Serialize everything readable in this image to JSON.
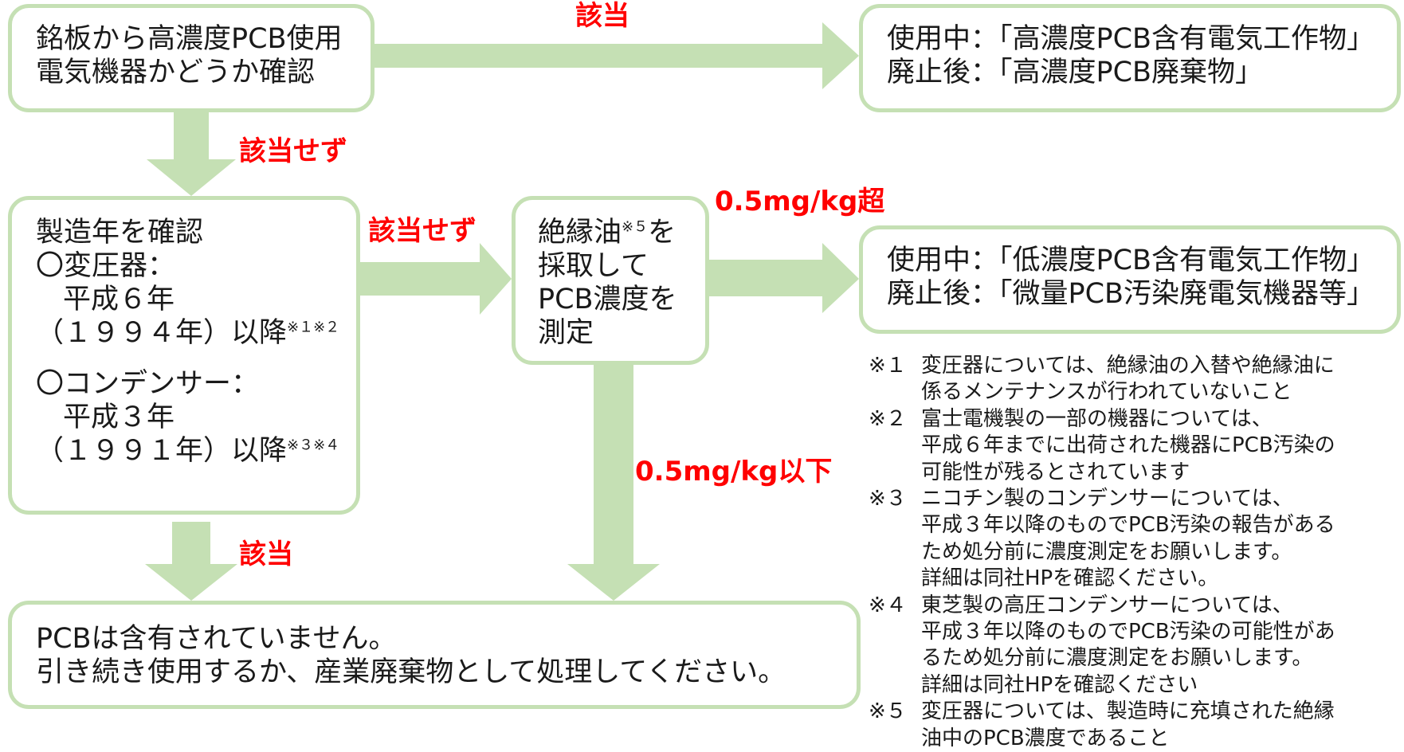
{
  "boxes": {
    "nameplate": {
      "lines": [
        "銘板から高濃度PCB使用",
        "電気機器かどうか確認"
      ]
    },
    "high_result": {
      "lines": [
        "使用中：「高濃度PCB含有電気工作物」",
        "廃止後：「高濃度PCB廃棄物」"
      ]
    },
    "year_check": {
      "title": "製造年を確認",
      "transformer_label": "〇変圧器：",
      "transformer_era": "平成６年",
      "transformer_year": "（１９９４年）以降",
      "transformer_marks": "※１※２",
      "capacitor_label": "〇コンデンサー：",
      "capacitor_era": "平成３年",
      "capacitor_year": "（１９９１年）以降",
      "capacitor_marks": "※３※４"
    },
    "oil_test": {
      "line1_prefix": "絶縁油",
      "line1_mark": "※５",
      "line1_suffix": "を",
      "line2": "採取して",
      "line3": "PCB濃度を",
      "line4": "測定"
    },
    "low_result": {
      "lines": [
        "使用中：「低濃度PCB含有電気工作物」",
        "廃止後：「微量PCB汚染廃電気機器等」"
      ]
    },
    "no_pcb": {
      "lines": [
        "PCBは含有されていません。",
        "引き続き使用するか、産業廃棄物として処理してください。"
      ]
    }
  },
  "labels": {
    "applicable_top": "該当",
    "not_applicable_1": "該当せず",
    "not_applicable_2": "該当せず",
    "over": "0.5mg/kg超",
    "under": "0.5mg/kg以下",
    "applicable_bottom": "該当"
  },
  "notes": [
    {
      "mark": "※１",
      "lines": [
        "変圧器については、絶縁油の入替や絶縁油に",
        "係るメンテナンスが行われていないこと"
      ]
    },
    {
      "mark": "※２",
      "lines": [
        "富士電機製の一部の機器については、",
        "平成６年までに出荷された機器にPCB汚染の",
        "可能性が残るとされています"
      ]
    },
    {
      "mark": "※３",
      "lines": [
        "ニコチン製のコンデンサーについては、",
        "平成３年以降のものでPCB汚染の報告がある",
        "ため処分前に濃度測定をお願いします。",
        "詳細は同社HPを確認ください。"
      ]
    },
    {
      "mark": "※４",
      "lines": [
        "東芝製の高圧コンデンサーについては、",
        "平成３年以降のものでPCB汚染の可能性があ",
        "るため処分前に濃度測定をお願いします。",
        "詳細は同社HPを確認ください"
      ]
    },
    {
      "mark": "※５",
      "lines": [
        "変圧器については、製造時に充填された絶縁",
        "油中のPCB濃度であること"
      ]
    }
  ],
  "colors": {
    "box_border": "#c5e0b4",
    "arrow": "#c5e0b4",
    "label": "#ff0000"
  }
}
